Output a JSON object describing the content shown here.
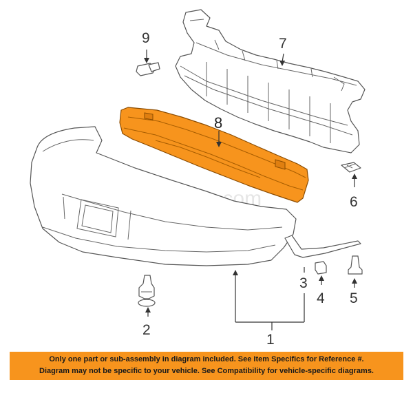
{
  "colors": {
    "highlight": "#f7941d",
    "notice_background": "#f7941d",
    "line": "#555555"
  },
  "watermark": "Partomotive.com",
  "callouts": {
    "part_1": "1",
    "part_2": "2",
    "part_3": "3",
    "part_4": "4",
    "part_5": "5",
    "part_6": "6",
    "part_7": "7",
    "part_8": "8",
    "part_9": "9"
  },
  "notice": {
    "line1": "Only one part or sub-assembly in diagram included. See Item Specifics for Reference #.",
    "line2": "Diagram may not be specific to your vehicle. See Compatibility for vehicle-specific diagrams."
  }
}
